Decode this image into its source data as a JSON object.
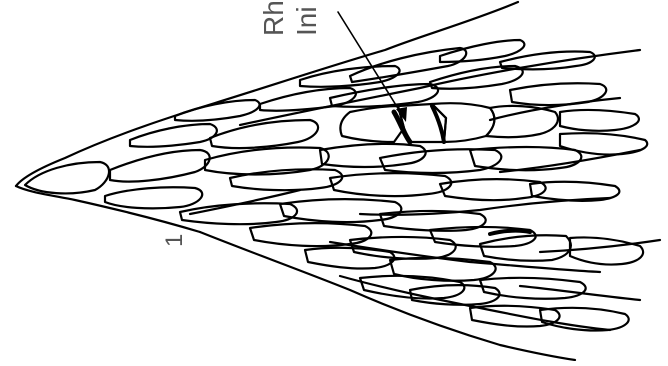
{
  "labels": {
    "annotation_line1": "Rh",
    "annotation_line2": "Ini",
    "figure_number": "1"
  },
  "colors": {
    "ink": "#000000",
    "label": "#555555",
    "background": "#ffffff"
  }
}
